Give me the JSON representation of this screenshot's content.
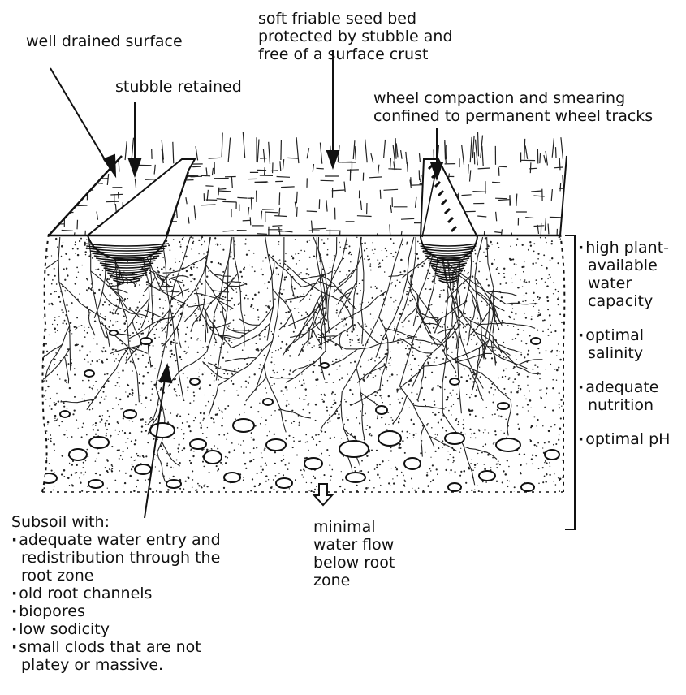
{
  "labels": {
    "well_drained": "well drained surface",
    "stubble_retained": "stubble retained",
    "seed_bed": [
      "soft friable seed bed",
      "protected by stubble and",
      "free of a surface crust"
    ],
    "wheel_compaction": [
      "wheel compaction and smearing",
      "confined to permanent wheel tracks"
    ],
    "minimal_flow": [
      "minimal",
      "water flow",
      "below root",
      "zone"
    ]
  },
  "profile_properties": [
    [
      "high plant-",
      "available",
      "water",
      "capacity"
    ],
    [
      "optimal",
      "salinity"
    ],
    [
      "adequate",
      "nutrition"
    ],
    [
      "optimal pH"
    ]
  ],
  "subsoil": {
    "heading": "Subsoil with:",
    "items": [
      [
        "adequate water entry and",
        "redistribution through the",
        "root zone"
      ],
      [
        "old root channels"
      ],
      [
        "biopores"
      ],
      [
        "low sodicity"
      ],
      [
        "small clods that are not",
        "platey or massive."
      ]
    ]
  },
  "colors": {
    "ink": "#111111",
    "paper": "#ffffff"
  }
}
